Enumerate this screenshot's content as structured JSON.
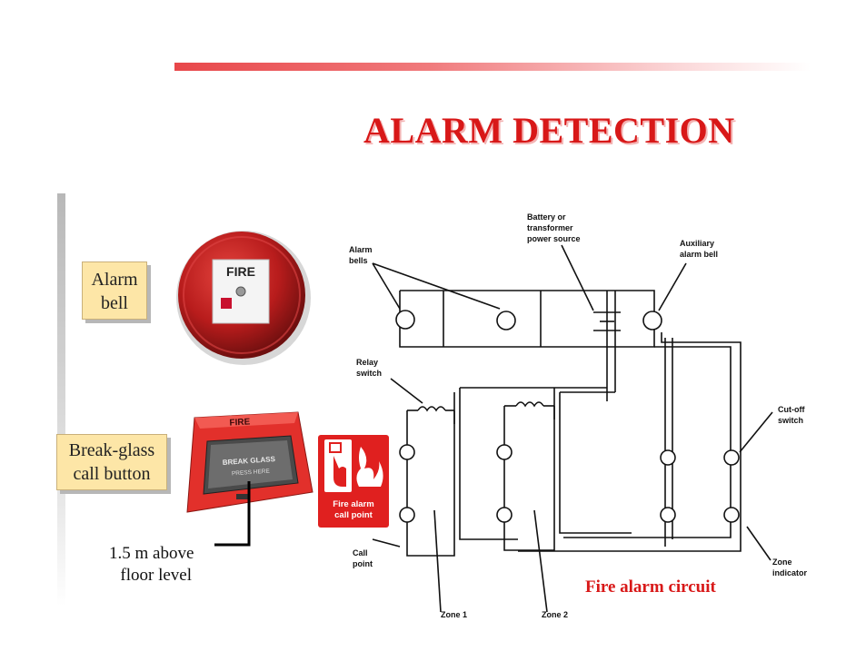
{
  "slide": {
    "title": "ALARM DETECTION"
  },
  "labels": {
    "alarm_bell": "Alarm bell",
    "break_glass": "Break-glass call button",
    "height_note_line1": "1.5 m  above",
    "height_note_line2": "floor level"
  },
  "photos": {
    "bell_text": "FIRE",
    "break_glass_top": "FIRE",
    "break_glass_glass_line1": "BREAK GLASS",
    "break_glass_glass_line2": "PRESS HERE"
  },
  "sign": {
    "line1": "Fire alarm",
    "line2": "call point"
  },
  "circuit": {
    "caption": "Fire alarm circuit",
    "labels": {
      "power1": "Battery or",
      "power2": "transformer",
      "power3": "power source",
      "aux1": "Auxiliary",
      "aux2": "alarm bell",
      "bells1": "Alarm",
      "bells2": "bells",
      "relay1": "Relay",
      "relay2": "switch",
      "cutoff1": "Cut-off",
      "cutoff2": "switch",
      "call1": "Call",
      "call2": "point",
      "zone_ind1": "Zone",
      "zone_ind2": "indicator",
      "zone1": "Zone 1",
      "zone2": "Zone 2"
    }
  },
  "colors": {
    "title": "#d81818",
    "label_fill": "#fde6a7",
    "sign_red": "#e0201f",
    "bell_red": "#b81c1c"
  }
}
